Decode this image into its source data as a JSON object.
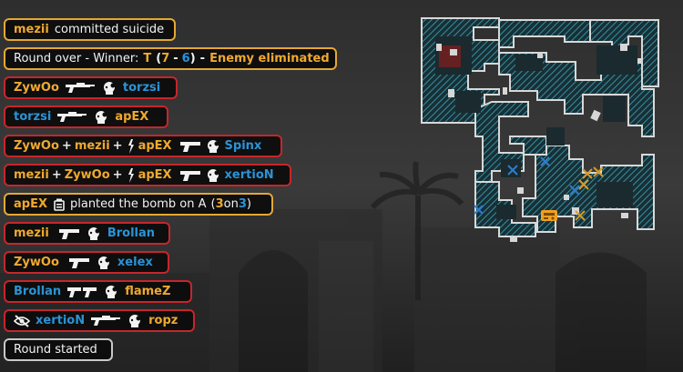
{
  "feed": {
    "r1": {
      "player": "mezii",
      "action": "committed suicide"
    },
    "r2": {
      "prefix": "Round over - Winner:",
      "team": "T",
      "score_t": "7",
      "score_ct": "6",
      "dash": "-",
      "reason": "Enemy eliminated"
    },
    "r3": {
      "killer": "ZywOo",
      "victim": "torzsi",
      "weapon_icon": "sniper-rifle-icon",
      "modifier_icon": "headshot-icon"
    },
    "r4": {
      "killer": "torzsi",
      "victim": "apEX",
      "weapon_icon": "sniper-rifle-icon",
      "modifier_icon": "headshot-icon"
    },
    "r5": {
      "killer": "ZywOo",
      "assist1": "mezii",
      "assist2": "apEX",
      "victim": "Spinx",
      "assist_icon": "flashbang-icon",
      "weapon_icon": "pistol-icon",
      "modifier_icon": "headshot-icon"
    },
    "r6": {
      "killer": "mezii",
      "assist1": "ZywOo",
      "assist2": "apEX",
      "victim": "xertioN",
      "assist_icon": "flashbang-icon",
      "weapon_icon": "pistol-icon",
      "modifier_icon": "headshot-icon"
    },
    "r7": {
      "player": "apEX",
      "action": "planted the bomb on A",
      "paren_open": "(",
      "t_alive": "3",
      "on": "on",
      "ct_alive": "3",
      "paren_close": ")",
      "icon": "bomb-icon"
    },
    "r8": {
      "killer": "mezii",
      "victim": "Brollan",
      "weapon_icon": "pistol-icon",
      "modifier_icon": "headshot-icon"
    },
    "r9": {
      "killer": "ZywOo",
      "victim": "xelex",
      "weapon_icon": "pistol-icon",
      "modifier_icon": "headshot-icon"
    },
    "r10": {
      "killer": "Brollan",
      "victim": "flameZ",
      "weapon_icon": "dual-pistols-icon",
      "modifier_icon": "headshot-icon"
    },
    "r11": {
      "killer": "xertioN",
      "victim": "ropz",
      "blind_icon": "blind-eye-icon",
      "weapon_icon": "sniper-rifle-icon",
      "modifier_icon": "headshot-icon"
    },
    "r12": {
      "text": "Round started"
    }
  },
  "colors": {
    "t": "#f0a930",
    "ct": "#2b93d6",
    "kill_border": "#c6262b",
    "info_border": "#e3a833",
    "start_border": "#c8c8c8",
    "map_hatch": "#2f7d8f",
    "map_floor": "#1a2a2e",
    "map_wall": "#dcdcdc"
  },
  "radar": {
    "bomb_icon": "bomb-icon",
    "death_markers": [
      {
        "team": "ct"
      },
      {
        "team": "ct"
      },
      {
        "team": "ct"
      },
      {
        "team": "ct"
      },
      {
        "team": "t"
      },
      {
        "team": "t"
      },
      {
        "team": "t"
      },
      {
        "team": "t"
      }
    ]
  }
}
